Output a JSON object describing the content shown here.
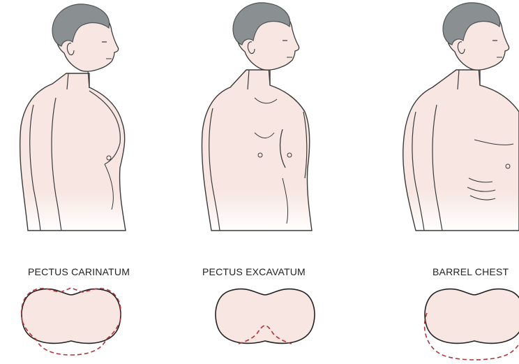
{
  "panels": [
    {
      "label": "PECTUS CARINATUM"
    },
    {
      "label": "PECTUS EXCAVATUM"
    },
    {
      "label": "BARREL CHEST"
    }
  ],
  "colors": {
    "skin": "#f7e6e1",
    "skin_shadow": "#e8cfc8",
    "hair": "#8a8f92",
    "hair_dark": "#4f5456",
    "outline": "#3a3a3a",
    "deformity_dash": "#b0343a"
  },
  "icons": [
    "human-profile-figure",
    "chest-cross-section"
  ]
}
